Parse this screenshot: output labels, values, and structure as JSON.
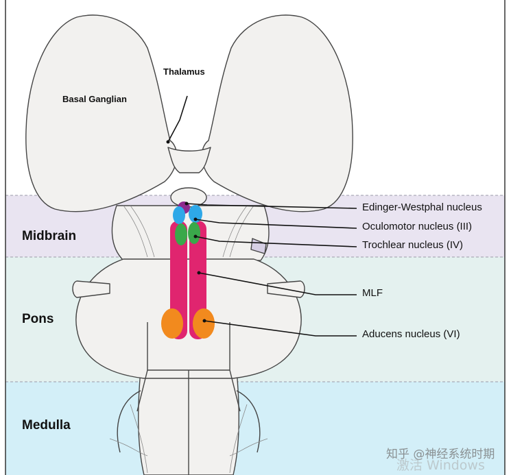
{
  "regions": [
    {
      "name": "Midbrain",
      "color": "#e9e4f1"
    },
    {
      "name": "Pons",
      "color": "#e4f1ef"
    },
    {
      "name": "Medulla",
      "color": "#d3eff8"
    }
  ],
  "structures": {
    "basal_ganglia": "Basal Ganglian",
    "thalamus": "Thalamus"
  },
  "nuclei": [
    {
      "label": "Edinger-Westphal nucleus",
      "color": "#8e2a8e"
    },
    {
      "label": "Oculomotor nucleus (III)",
      "color": "#2ea8e8"
    },
    {
      "label": "Trochlear nucleus (IV)",
      "color": "#3aa84a"
    },
    {
      "label": "MLF",
      "color": "#e0256f"
    },
    {
      "label": "Aducens nucleus (VI)",
      "color": "#f28a1e"
    }
  ],
  "watermark": {
    "text": "知乎 @神经系统时期",
    "text2": "激活 Windows"
  }
}
